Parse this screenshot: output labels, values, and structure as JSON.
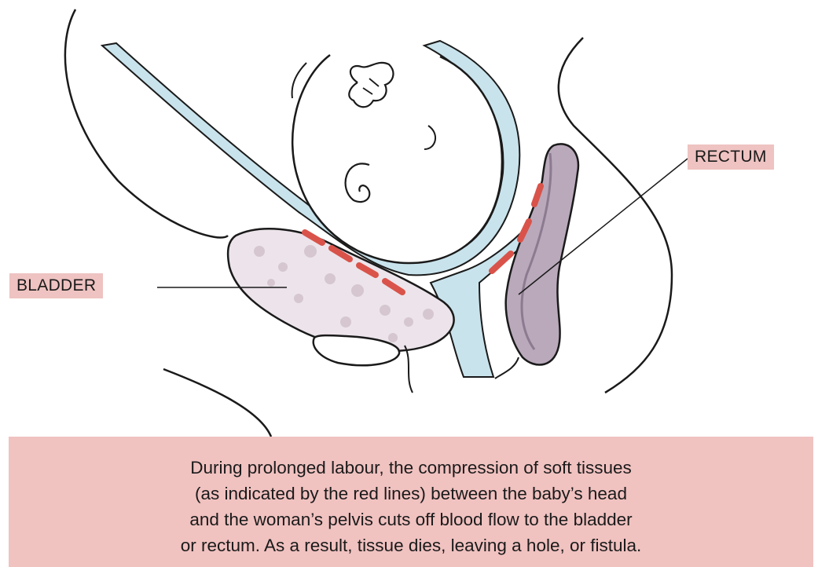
{
  "labels": {
    "rectum": "RECTUM",
    "bladder": "BLADDER"
  },
  "caption": {
    "lines": [
      "During prolonged labour, the compression of soft tissues",
      "(as indicated by the red lines) between the baby’s head",
      "and the woman’s pelvis cuts off blood flow to the bladder",
      "or rectum. As a result, tissue dies, leaving a hole, or fistula."
    ]
  },
  "colors": {
    "outline": "#1a1a1a",
    "uterine_wall": "#c9e3ec",
    "bladder_fill": "#ece4ea",
    "rectum_fill": "#b9a9bb",
    "compression_marks": "#d9534a",
    "label_background": "#eec3c1",
    "caption_background": "#f0c2c0"
  }
}
